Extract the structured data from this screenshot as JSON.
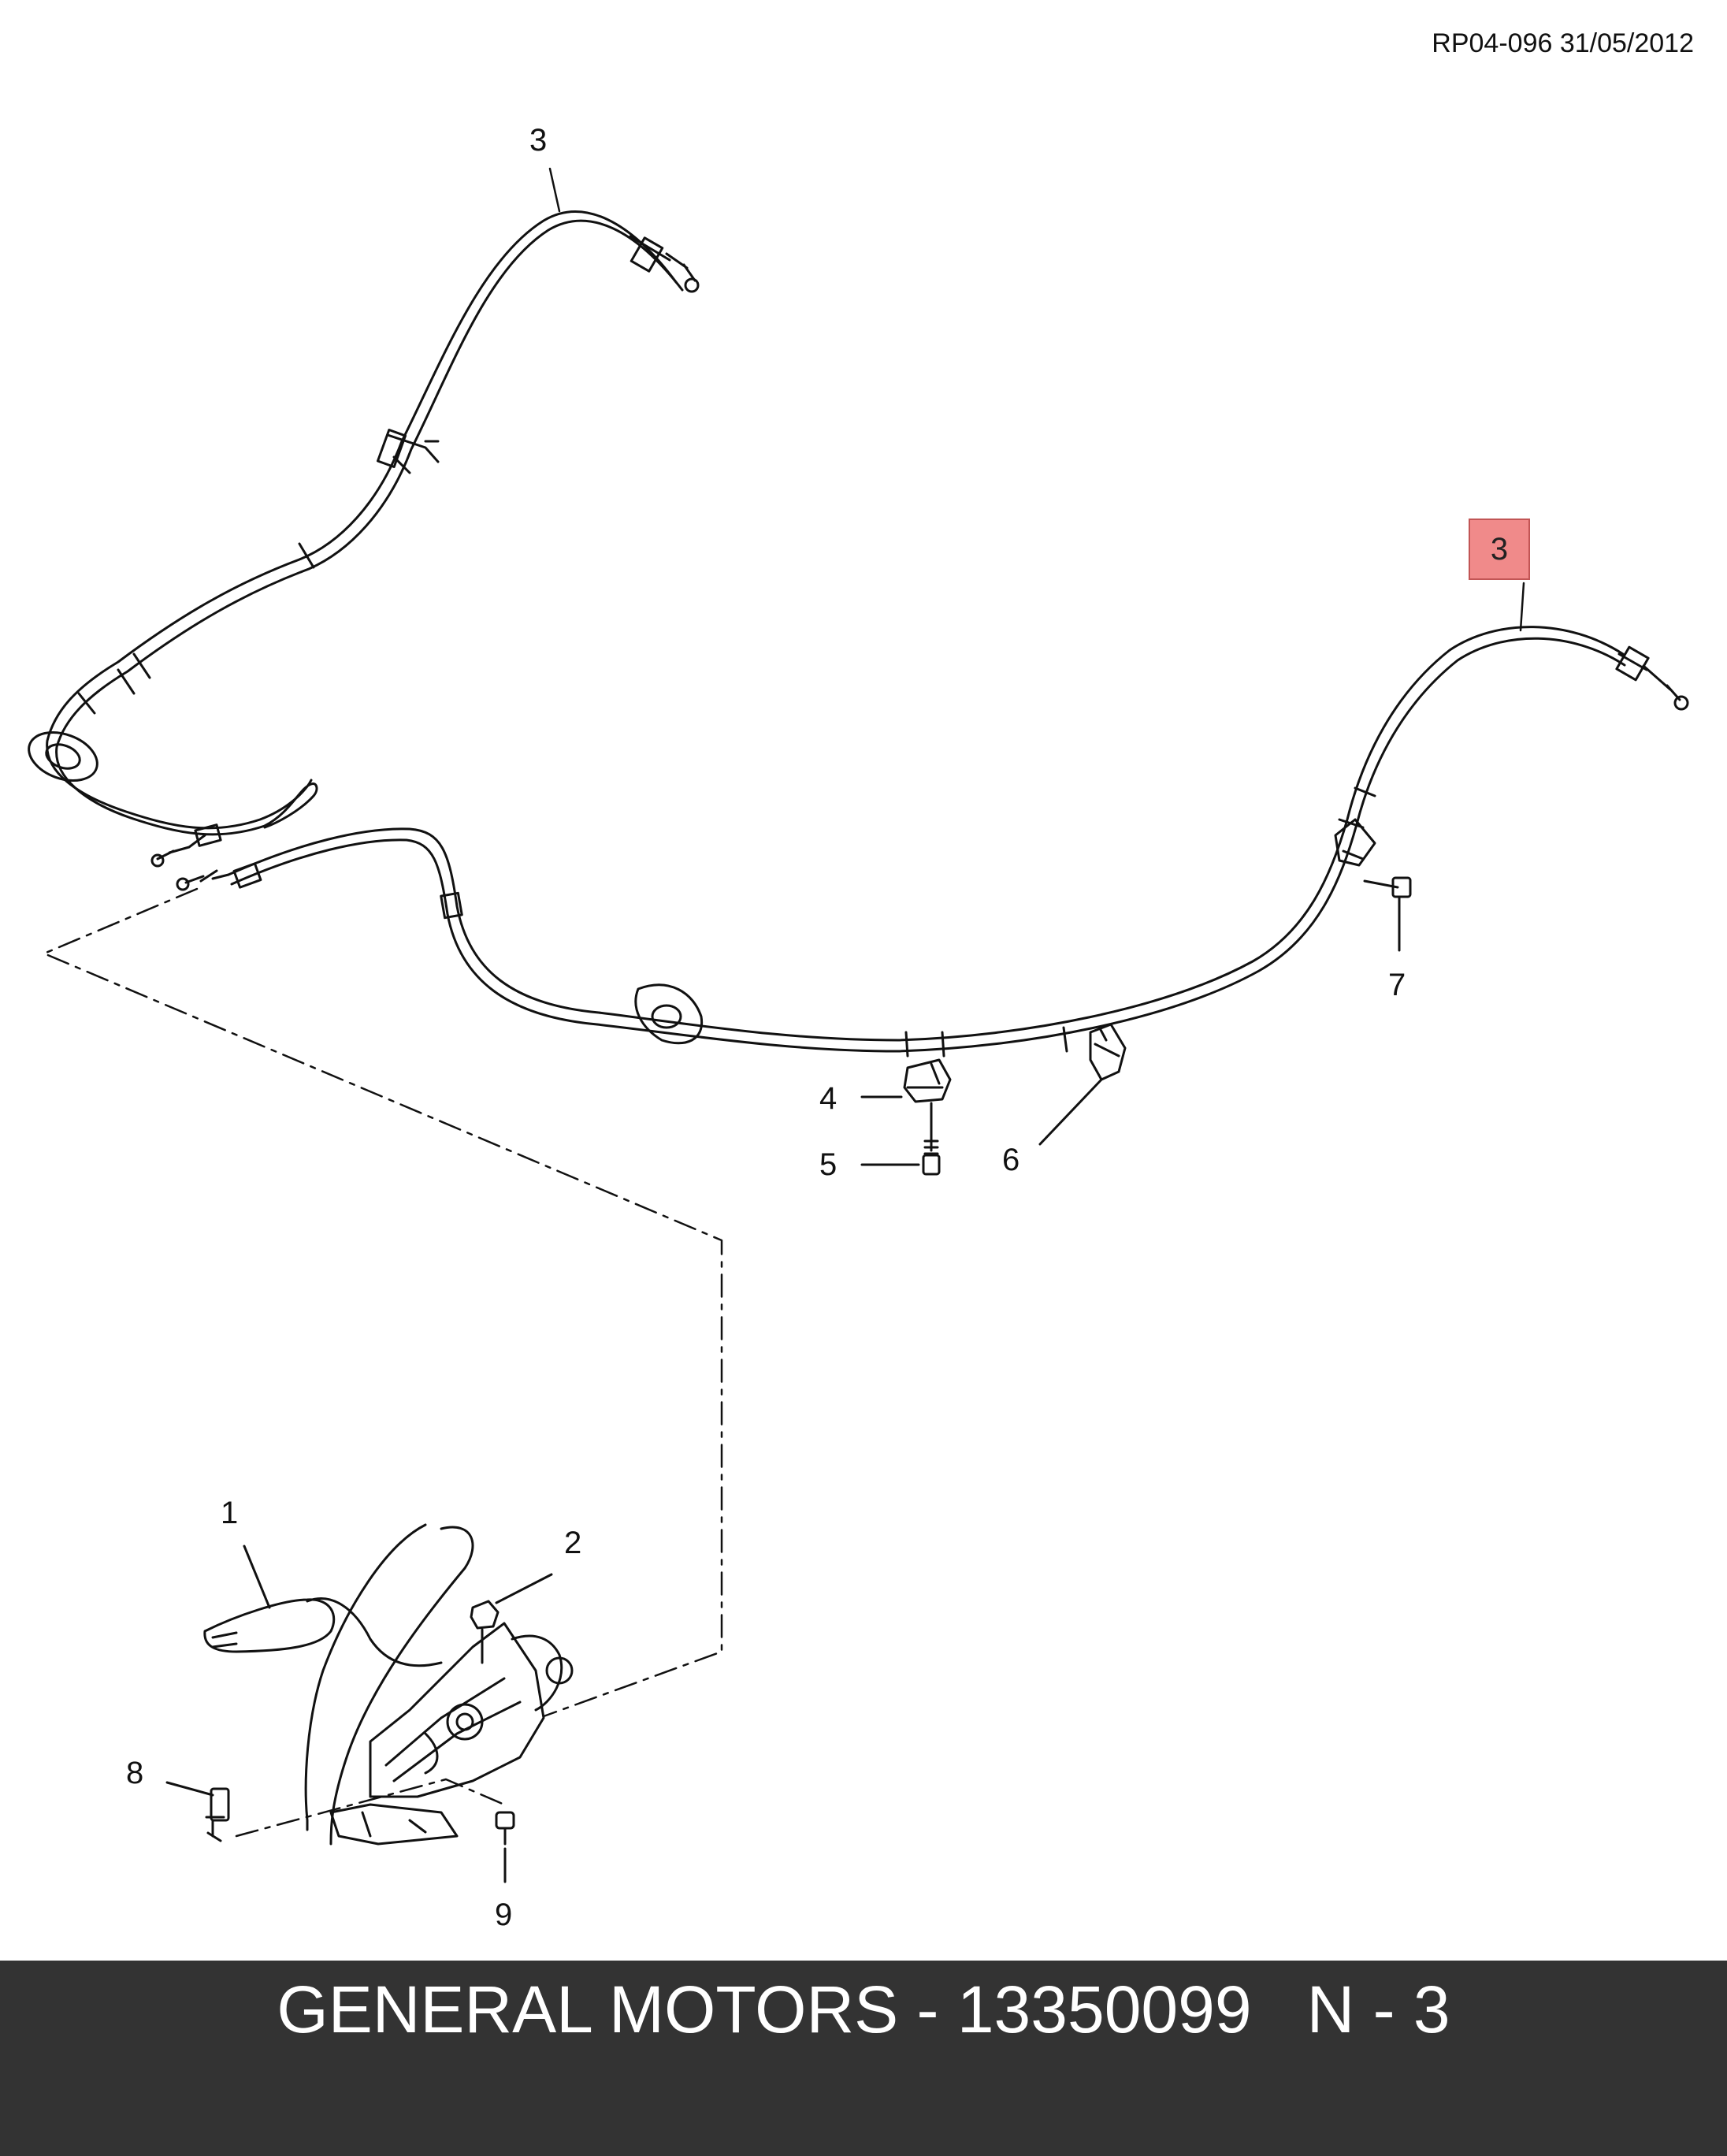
{
  "doc_ref": "RP04-096 31/05/2012",
  "callouts": {
    "c1": "1",
    "c2": "2",
    "c3_top": "3",
    "c3_highlight": "3",
    "c4": "4",
    "c5": "5",
    "c6": "6",
    "c7": "7",
    "c8": "8",
    "c9": "9"
  },
  "colors": {
    "highlight": "#f08a8a",
    "footer_bg": "#333333",
    "footer_text": "#ffffff",
    "line": "#111111"
  },
  "footer": {
    "text": "GENERAL MOTORS - 13350099   N - 3"
  }
}
